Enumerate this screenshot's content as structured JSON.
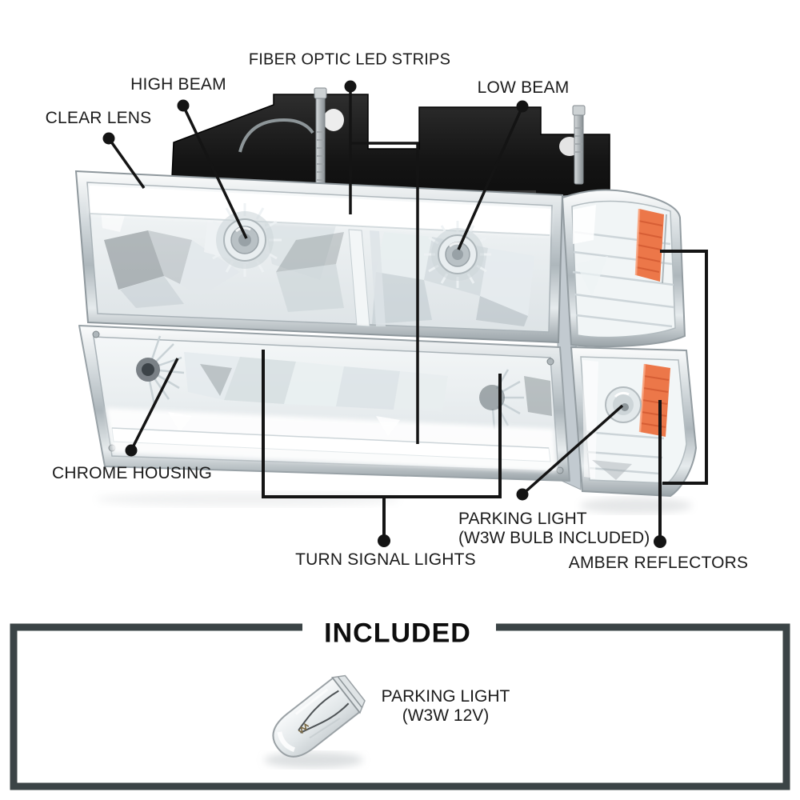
{
  "diagram": {
    "callouts": {
      "fiber_optic_led_strips": {
        "label": "FIBER OPTIC LED STRIPS"
      },
      "high_beam": {
        "label": "HIGH BEAM"
      },
      "low_beam": {
        "label": "LOW BEAM"
      },
      "clear_lens": {
        "label": "CLEAR LENS"
      },
      "chrome_housing": {
        "label": "CHROME HOUSING"
      },
      "turn_signal_lights": {
        "label": "TURN SIGNAL LIGHTS"
      },
      "parking_light": {
        "line1": "PARKING LIGHT",
        "line2": "(W3W BULB INCLUDED)"
      },
      "amber_reflectors": {
        "label": "AMBER REFLECTORS"
      }
    },
    "colors": {
      "callout_line": "#141414",
      "label_text": "#1b1b1b",
      "amber_reflector": "#ec7749",
      "amber_reflector_rib": "#c94f28"
    }
  },
  "included_section": {
    "title": "INCLUDED",
    "frame_color": "#3b4446",
    "item": {
      "line1": "PARKING LIGHT",
      "line2": "(W3W 12V)"
    }
  }
}
